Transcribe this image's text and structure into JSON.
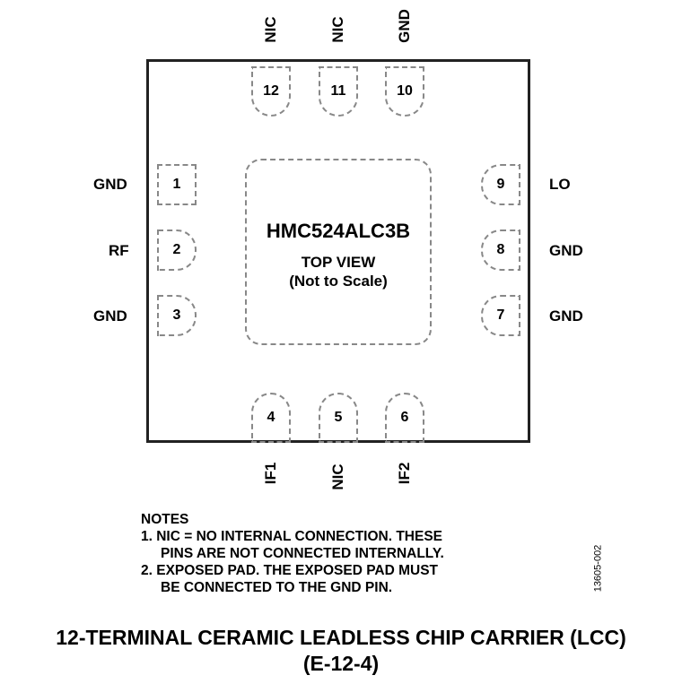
{
  "chip": {
    "part_number": "HMC524ALC3B",
    "view_label": "TOP VIEW",
    "scale_label": "(Not to Scale)"
  },
  "pins": {
    "p1": {
      "number": "1",
      "name": "GND"
    },
    "p2": {
      "number": "2",
      "name": "RF"
    },
    "p3": {
      "number": "3",
      "name": "GND"
    },
    "p4": {
      "number": "4",
      "name": "IF1"
    },
    "p5": {
      "number": "5",
      "name": "NIC"
    },
    "p6": {
      "number": "6",
      "name": "IF2"
    },
    "p7": {
      "number": "7",
      "name": "GND"
    },
    "p8": {
      "number": "8",
      "name": "GND"
    },
    "p9": {
      "number": "9",
      "name": "LO"
    },
    "p10": {
      "number": "10",
      "name": "GND"
    },
    "p11": {
      "number": "11",
      "name": "NIC"
    },
    "p12": {
      "number": "12",
      "name": "NIC"
    }
  },
  "notes": {
    "heading": "NOTES",
    "n1_line1": "1. NIC = NO INTERNAL CONNECTION. THESE",
    "n1_line2": "PINS ARE NOT CONNECTED INTERNALLY.",
    "n2_line1": "2. EXPOSED PAD. THE EXPOSED PAD MUST",
    "n2_line2": "BE CONNECTED TO THE GND PIN."
  },
  "figure_code": "13605-002",
  "caption": {
    "line1": "12-TERMINAL CERAMIC LEADLESS CHIP CARRIER (LCC)",
    "line2": "(E-12-4)"
  }
}
